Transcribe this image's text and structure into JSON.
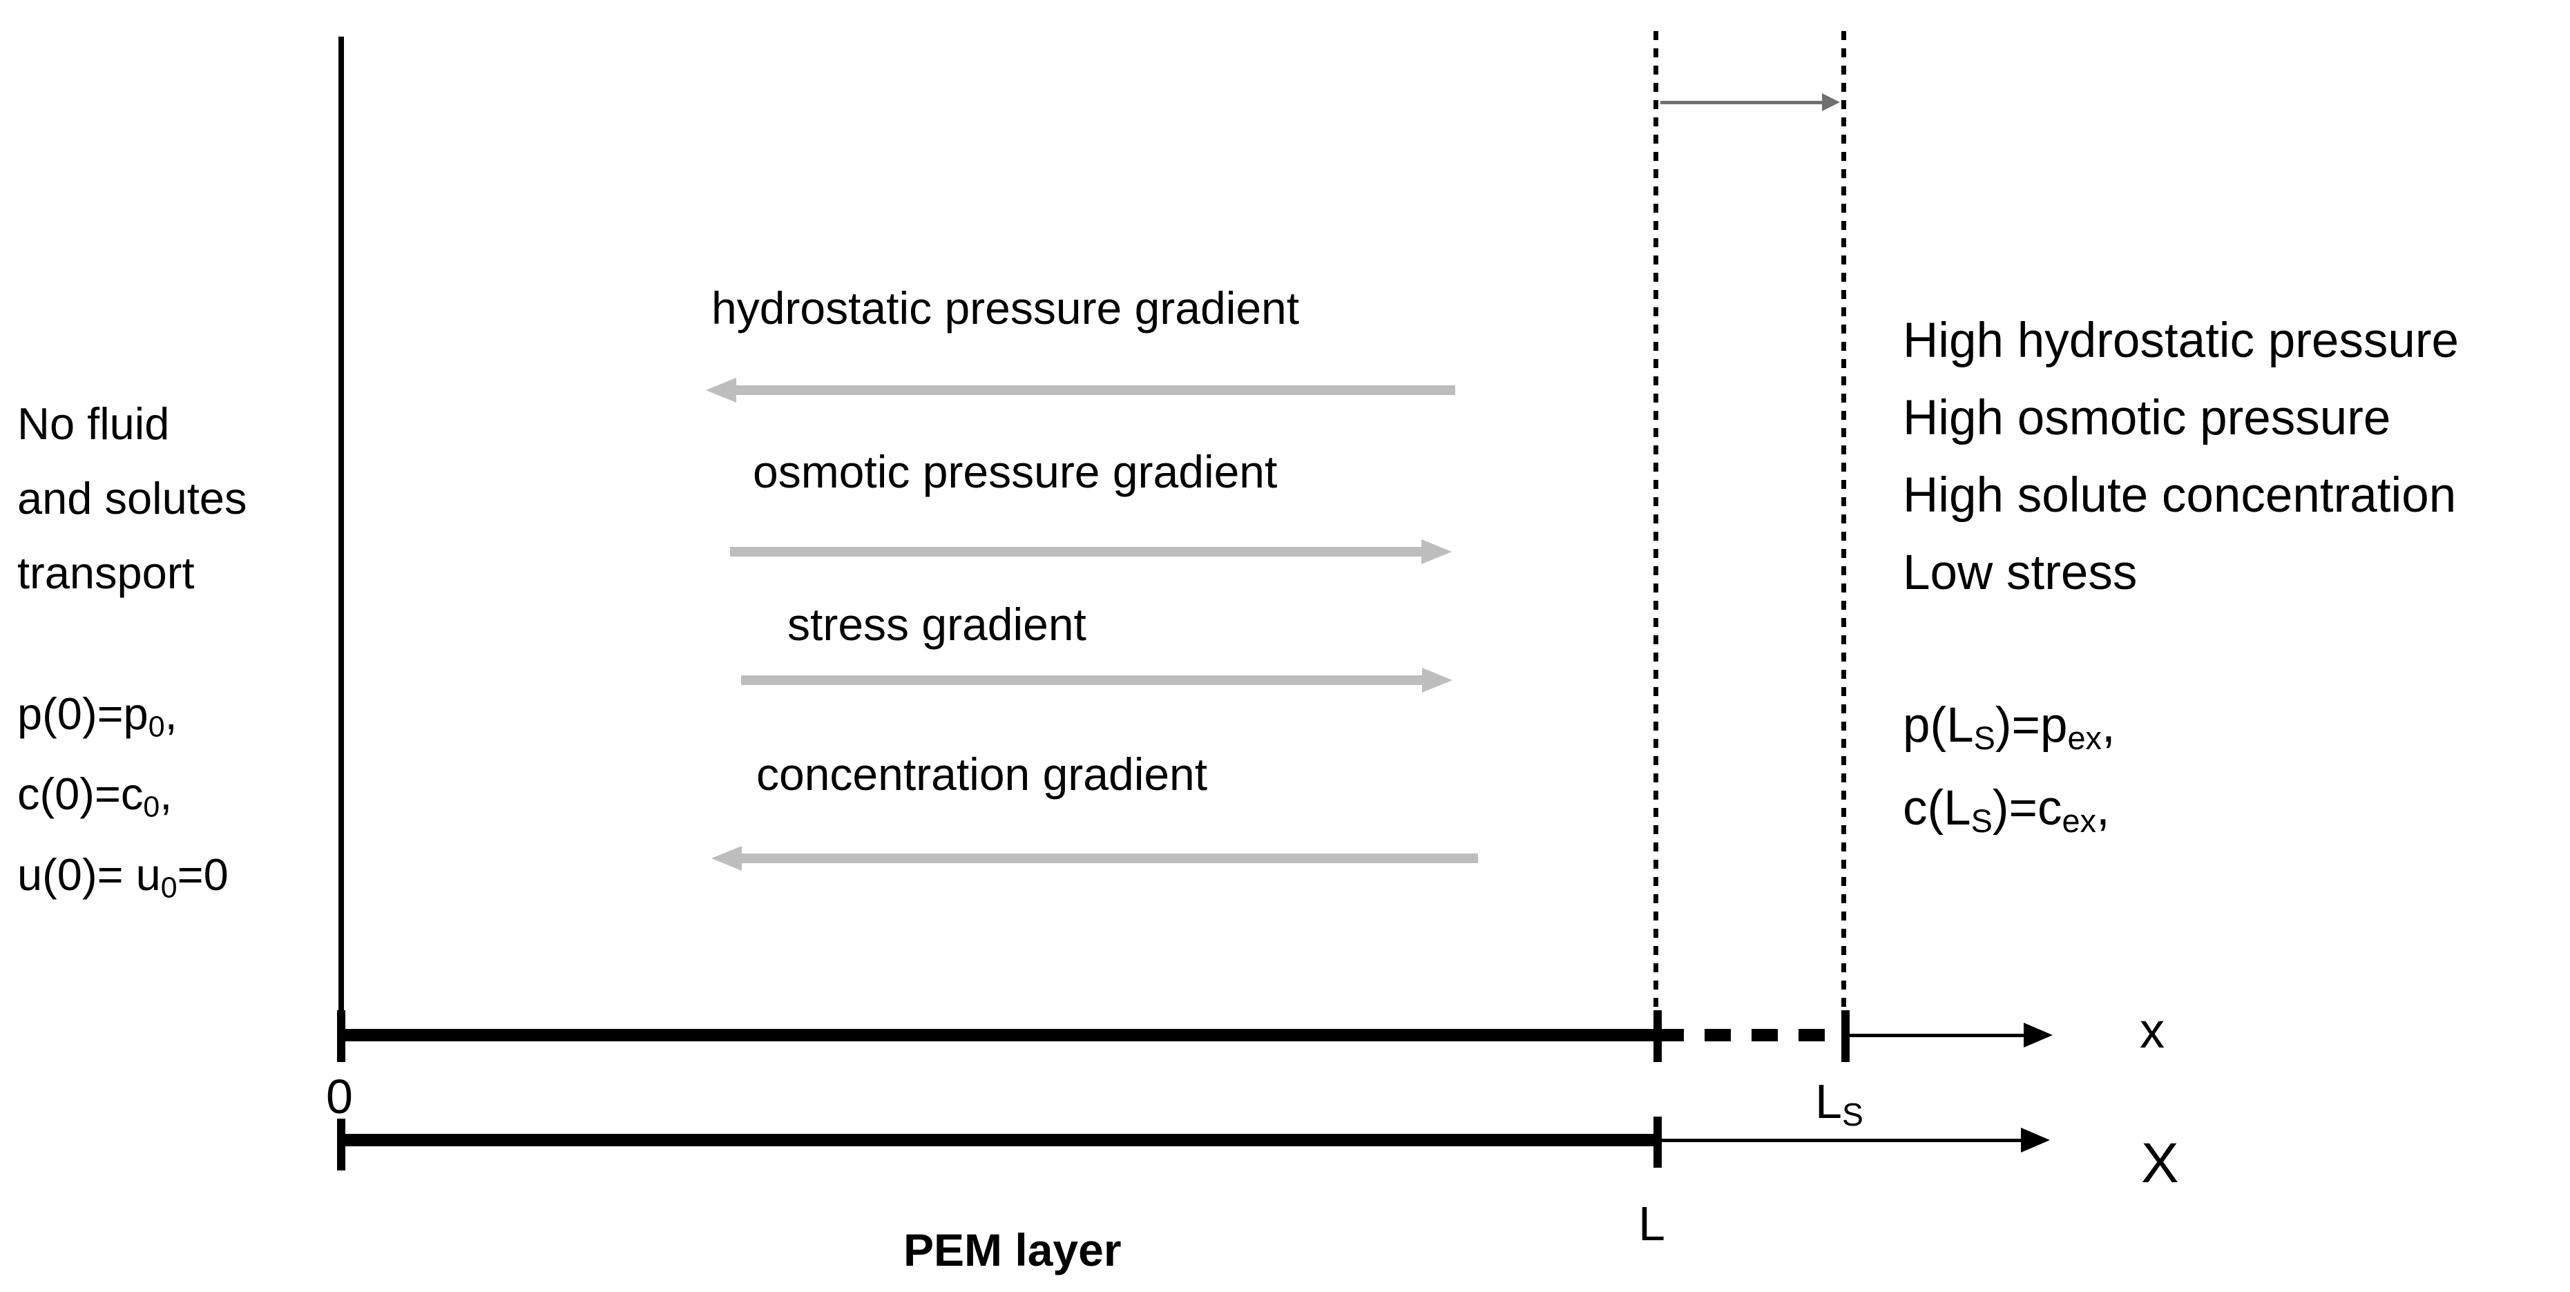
{
  "colors": {
    "ink": "#000000",
    "gradient_arrow_gray": "#bdbdbd",
    "range_arrow_gray": "#707070"
  },
  "left_region": {
    "description_lines": [
      "No fluid",
      "and solutes",
      "transport"
    ],
    "boundary_conditions": [
      {
        "pre": "p(0)=p",
        "sub": "0",
        "post": ","
      },
      {
        "pre": "c(0)=c",
        "sub": "0",
        "post": ","
      },
      {
        "pre": "u(0)= u",
        "sub": "0",
        "post": "=0"
      }
    ]
  },
  "gradients": [
    {
      "label": "hydrostatic pressure gradient",
      "direction": "left"
    },
    {
      "label": "osmotic pressure gradient",
      "direction": "right"
    },
    {
      "label": "stress gradient",
      "direction": "right"
    },
    {
      "label": "concentration gradient",
      "direction": "left"
    }
  ],
  "right_region": {
    "description_lines": [
      "High hydrostatic pressure",
      "High osmotic pressure",
      "High solute concentration",
      "Low stress"
    ],
    "boundary_conditions": [
      {
        "pre": "p(L",
        "sub": "S",
        "mid": ")=p",
        "sub2": "ex",
        "post": ","
      },
      {
        "pre": "c(L",
        "sub": "S",
        "mid": ")=c",
        "sub2": "ex",
        "post": ","
      }
    ]
  },
  "axes": {
    "x_axis": {
      "label": "x",
      "origin_tick_label": "0",
      "end_tick_label": {
        "pre": "L",
        "sub": "S"
      }
    },
    "material_axis": {
      "label": "X",
      "end_tick_label": "L"
    },
    "pem_layer_label": "PEM layer"
  }
}
